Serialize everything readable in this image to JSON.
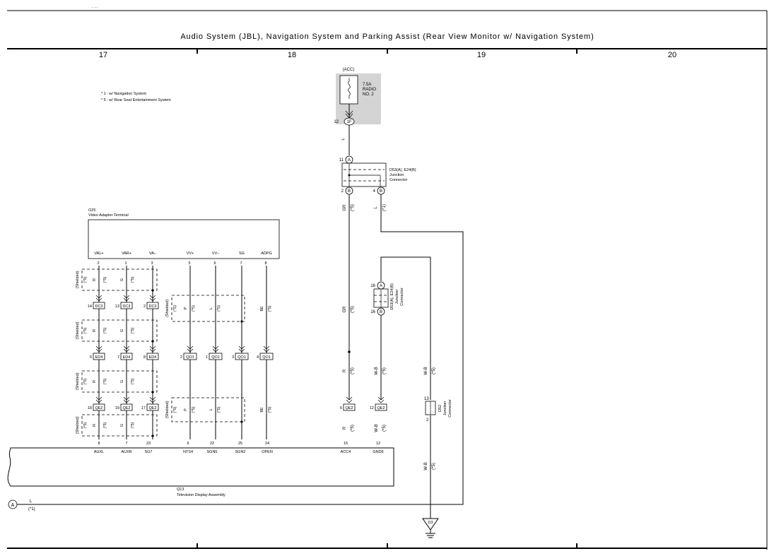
{
  "title": "Audio System (JBL),  Navigation System and Parking Assist (Rear View Monitor w/ Navigation System)",
  "columns": [
    "17",
    "18",
    "19",
    "20"
  ],
  "notes": [
    "* 1 : w/ Navigation System",
    "* 5 : w/ Rear Seat Entertainment System"
  ],
  "fuse": {
    "acc": "(ACC)",
    "rating": "7.5A",
    "name1": "RADIO",
    "name2": "NO. 2",
    "pin": "12",
    "conn": "1F"
  },
  "jc1": {
    "line1": "D53(A), E24(B)",
    "line2": "Junction",
    "line3": "Connector",
    "pin_in": "11",
    "pin_in_tag": "A",
    "pin_l": "2",
    "pin_l_tag": "B",
    "pin_r": "4",
    "pin_r_tag": "B"
  },
  "jc2": {
    "line1": "D53(A), E24(B)",
    "line2": "Junction",
    "line3": "Connector",
    "pin_top": "16",
    "pin_top_tag": "A",
    "pin_bot": "16",
    "pin_bot_tag": "B"
  },
  "jc3": {
    "label": "D52",
    "line2": "Junction",
    "line3": "Connector",
    "pin_top": "13",
    "pin_bot": "2"
  },
  "video_adapter": {
    "code": "O25",
    "name": "Video Adapter Terminal",
    "pins": [
      {
        "label": "VAL+",
        "num": "2"
      },
      {
        "label": "VAR+",
        "num": "1"
      },
      {
        "label": "VA–",
        "num": "3"
      },
      {
        "label": "VV+",
        "num": "5"
      },
      {
        "label": "VV–",
        "num": "6"
      },
      {
        "label": "SG",
        "num": "7"
      },
      {
        "label": "ADPG",
        "num": "8"
      }
    ]
  },
  "display": {
    "code": "Q13",
    "name": "Television Display Assembly",
    "pins": [
      {
        "label": "AUXL",
        "num": "8"
      },
      {
        "label": "AUXR",
        "num": "7"
      },
      {
        "label": "SG7",
        "num": "23"
      },
      {
        "label": "NTS4",
        "num": "6"
      },
      {
        "label": "SGN5",
        "num": "22"
      },
      {
        "label": "SGN2",
        "num": "25"
      },
      {
        "label": "OPEN",
        "num": "24"
      },
      {
        "label": "ACC4",
        "num": "15"
      },
      {
        "label": "GND6",
        "num": "12"
      }
    ]
  },
  "connectors": {
    "dc3": {
      "name": "DC3",
      "pins": [
        "14",
        "13",
        "2"
      ]
    },
    "ed4": {
      "name": "ED4",
      "pins": [
        "6",
        "7",
        "8"
      ]
    },
    "qo1": {
      "name": "QO1",
      "pins": [
        "2",
        "1",
        "3",
        "4"
      ]
    },
    "qe2": {
      "name": "QE2",
      "pins": [
        "18",
        "19",
        "17",
        "6",
        "12"
      ]
    }
  },
  "wires": {
    "r": "R",
    "g": "G",
    "p": "P",
    "l": "L",
    "be": "BE",
    "gr": "GR",
    "wb": "W-B",
    "tag5": "(*5)",
    "tag1": "(*1)",
    "shielded": "(Shielded)"
  },
  "ground": "D3",
  "offpage": {
    "tag": "A",
    "color": "L",
    "note": "(*1)"
  },
  "corner_marks": ".   .   ."
}
